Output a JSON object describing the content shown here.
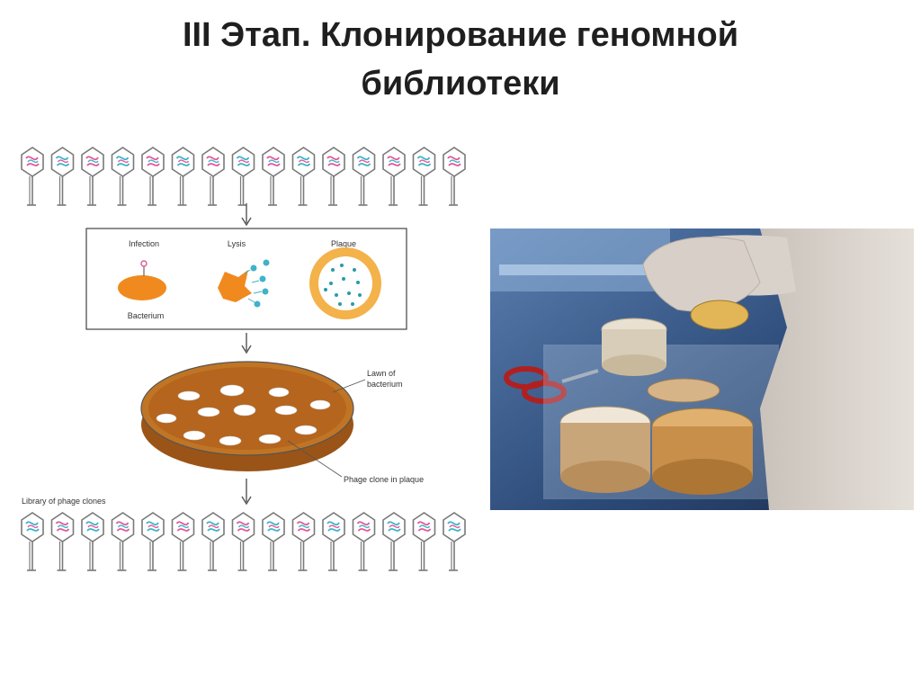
{
  "slide": {
    "title_line1": "III Этап. Клонирование геномной",
    "title_line2": "библиотеки"
  },
  "diagram": {
    "labels": {
      "infection": "Infection",
      "lysis": "Lysis",
      "plaque": "Plaque",
      "bacterium": "Bacterium",
      "lawn_line1": "Lawn of",
      "lawn_line2": "bacterium",
      "phage_clone": "Phage clone in plaque",
      "library": "Library of phage clones"
    },
    "colors": {
      "phage_outline": "#7a7a7a",
      "dna_pink": "#e05a9a",
      "dna_cyan": "#3fb3c9",
      "bacterium": "#f08a1e",
      "lawn": "#b5651d",
      "plaque_dots": "#2a9aa8"
    },
    "phage_row_count": 15
  },
  "photo": {
    "description_icon": "lab-petri-dishes-photo"
  }
}
